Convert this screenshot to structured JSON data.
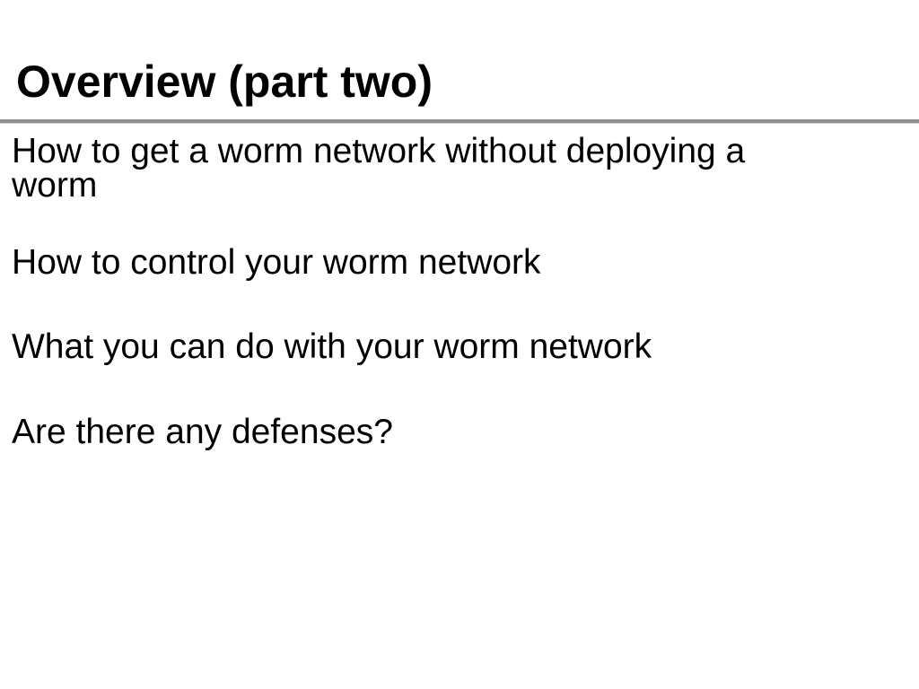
{
  "slide": {
    "title": "Overview (part two)",
    "bullets": [
      "How to get a worm network without deploying a worm",
      "How to control your worm network",
      "What you can do with your worm network",
      "Are there any defenses?"
    ]
  },
  "colors": {
    "background": "#ffffff",
    "text": "#000000",
    "rule": "#909090"
  }
}
